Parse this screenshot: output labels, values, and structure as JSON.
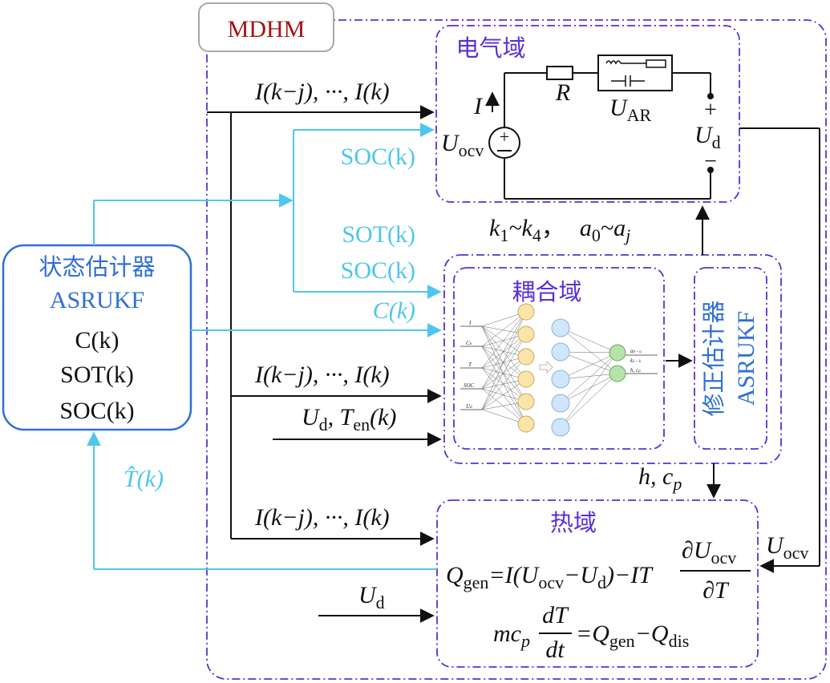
{
  "colors": {
    "black": "#111111",
    "cyan": "#4fc6ec",
    "blue": "#2f6fd8",
    "purple": "#5a2fd6",
    "dark_red": "#a01414",
    "frame_gray": "#a8a8a8"
  },
  "mdhm": {
    "label": "MDHM"
  },
  "electrical": {
    "title": "电气域",
    "current_label": "I",
    "resistor_label": "R",
    "uar_main": "U",
    "uar_sub": "AR",
    "uocv_main": "U",
    "uocv_sub": "ocv",
    "ud_main": "U",
    "ud_sub": "d",
    "plus": "+",
    "minus": "−"
  },
  "coupling": {
    "title": "耦合域",
    "nn_inputs": [
      "I",
      "C",
      "T",
      "SOC",
      "U"
    ],
    "nn_input_subs": [
      "",
      "n",
      "",
      "",
      "d"
    ],
    "nn_outputs": [
      "a",
      "k",
      "h,  c"
    ],
    "nn_output_tails": [
      "0 ~ a",
      "1 ~ k",
      "p"
    ]
  },
  "corrector": {
    "title": "修正估计器",
    "name": "ASRUKF"
  },
  "thermal": {
    "title": "热域",
    "eq1": {
      "q": "Q",
      "q_sub": "gen",
      "mid1": "=I(U",
      "sub1": "ocv",
      "mid2": "−U",
      "sub2": "d",
      "mid3": ")−IT",
      "num_main": "∂U",
      "num_sub": "ocv",
      "den": "∂T"
    },
    "eq2": {
      "m": "mc",
      "m_sub": "p",
      "num": "dT",
      "den": "dt",
      "rhs1": "=Q",
      "rhs1_sub": "gen",
      "rhs2": "−Q",
      "rhs2_sub": "dis"
    }
  },
  "estimator": {
    "title": "状态估计器",
    "name": "ASRUKF",
    "out_c": "C(k)",
    "out_sot": "SOT(k)",
    "out_soc": "SOC(k)"
  },
  "signals": {
    "current_seq": "I(k−j), ···, I(k)",
    "soc": "SOC(k)",
    "sot": "SOT(k)",
    "c": "C(k)",
    "ud_ten_u": "U",
    "ud_ten_d": "d",
    "ud_ten_sep": ", T",
    "ud_ten_en": "en",
    "ud_ten_k": "(k)",
    "params_k": "k",
    "params_k1": "1",
    "params_tilde_k": "~k",
    "params_k4": "4",
    "params_sep": "，",
    "params_a": "a",
    "params_a0": "0",
    "params_tilde_a": "~a",
    "params_aj": "j",
    "hcp": "h, c",
    "hcp_sub": "p",
    "that": "T̂(k)",
    "uocv_right": "U",
    "uocv_right_sub": "ocv",
    "ud_thermal": "U",
    "ud_thermal_sub": "d"
  }
}
